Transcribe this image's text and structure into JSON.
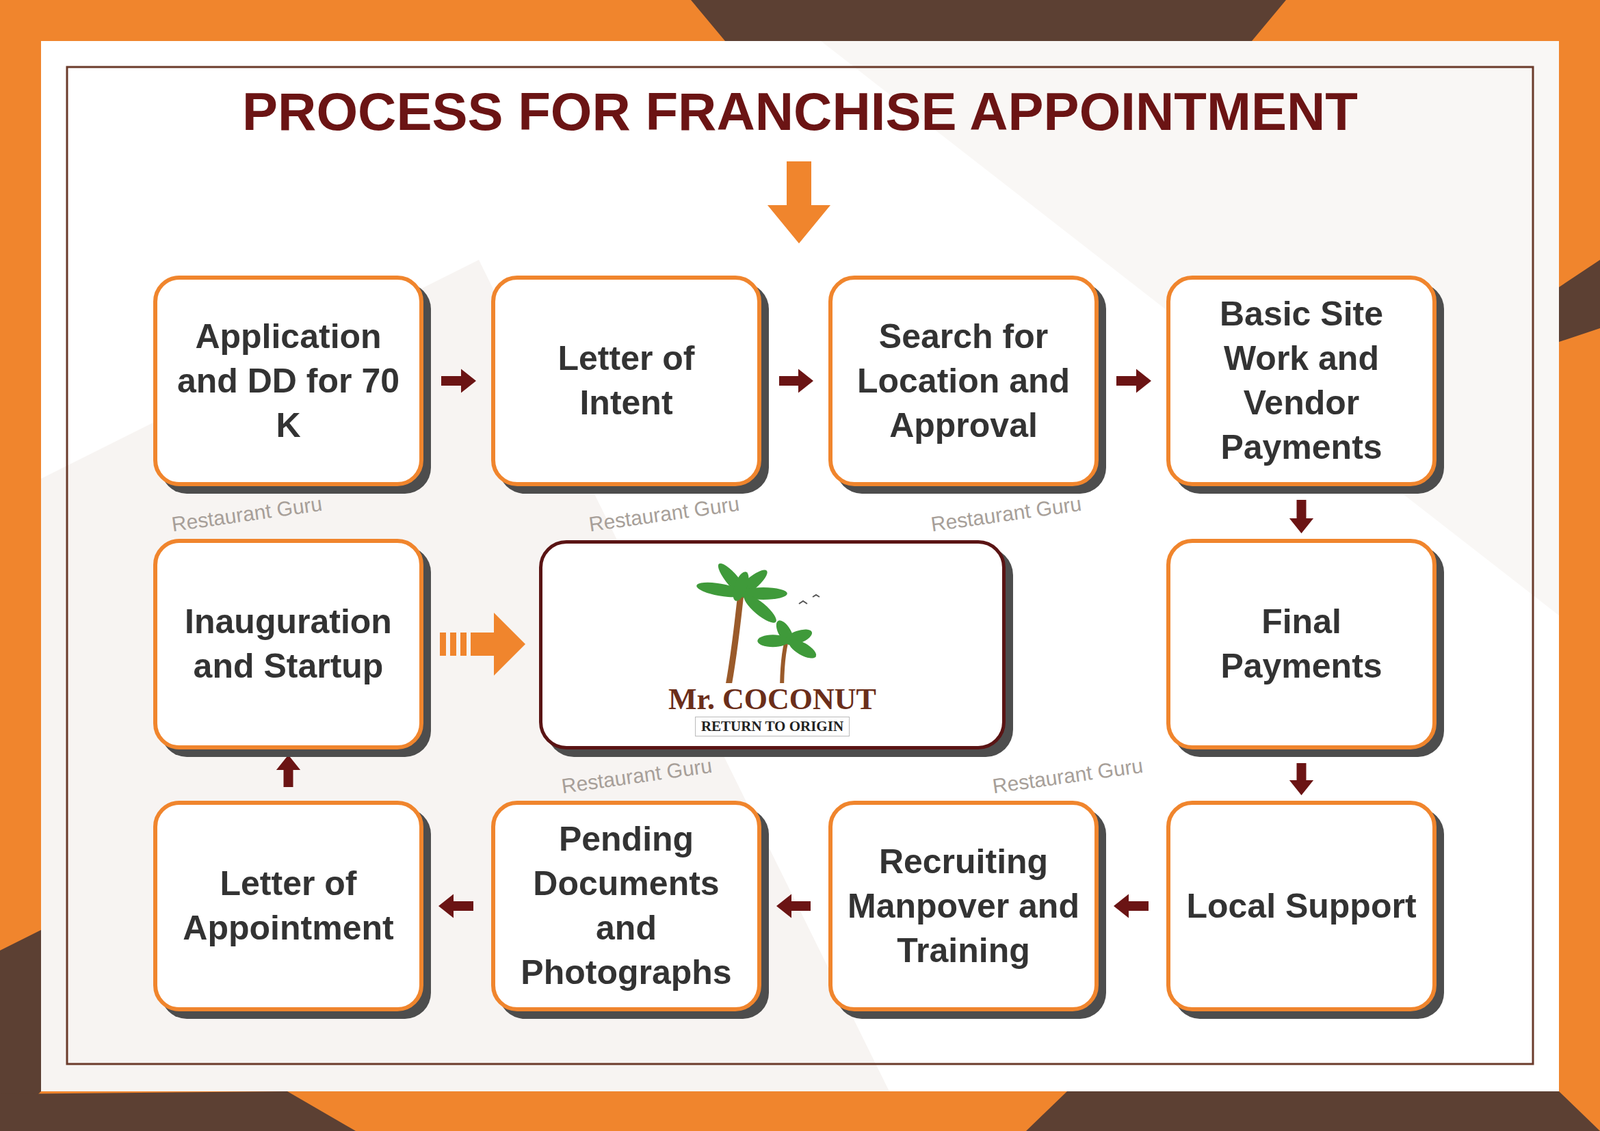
{
  "diagram": {
    "title": "PROCESS FOR FRANCHISE APPOINTMENT",
    "nodes": [
      {
        "text": [
          "Application and DD for 70 K"
        ]
      },
      {
        "text": [
          "Letter of Intent"
        ]
      },
      {
        "text": [
          "Search for Location and Approval"
        ]
      },
      {
        "text": [
          "Basic Site Work and Vendor Payments"
        ]
      },
      {
        "text": [
          "Final Payments"
        ]
      },
      {
        "text": [
          "Local Support"
        ]
      },
      {
        "text": [
          "Recruiting Manpover and Training"
        ]
      },
      {
        "text": [
          "Pending Documents and Photographs"
        ]
      },
      {
        "text": [
          "Letter of Appointment"
        ]
      },
      {
        "text": [
          "Inauguration and Startup"
        ]
      },
      {
        "text": [
          "Mr. COCONUT",
          "RETURN TO ORIGIN"
        ]
      }
    ],
    "edges": [
      {
        "from": 0,
        "to": 1,
        "arrow": "to"
      },
      {
        "from": 1,
        "to": 2,
        "arrow": "to"
      },
      {
        "from": 2,
        "to": 3,
        "arrow": "to"
      },
      {
        "from": 3,
        "to": 4,
        "arrow": "to"
      },
      {
        "from": 4,
        "to": 5,
        "arrow": "to"
      },
      {
        "from": 5,
        "to": 6,
        "arrow": "to"
      },
      {
        "from": 6,
        "to": 7,
        "arrow": "to"
      },
      {
        "from": 7,
        "to": 8,
        "arrow": "to"
      },
      {
        "from": 8,
        "to": 9,
        "arrow": "to"
      },
      {
        "from": 9,
        "to": 10,
        "arrow": "to"
      }
    ],
    "labels": [
      "Restaurant Guru",
      "Restaurant Guru",
      "Restaurant Guru",
      "Restaurant Guru",
      "Restaurant Guru"
    ]
  }
}
